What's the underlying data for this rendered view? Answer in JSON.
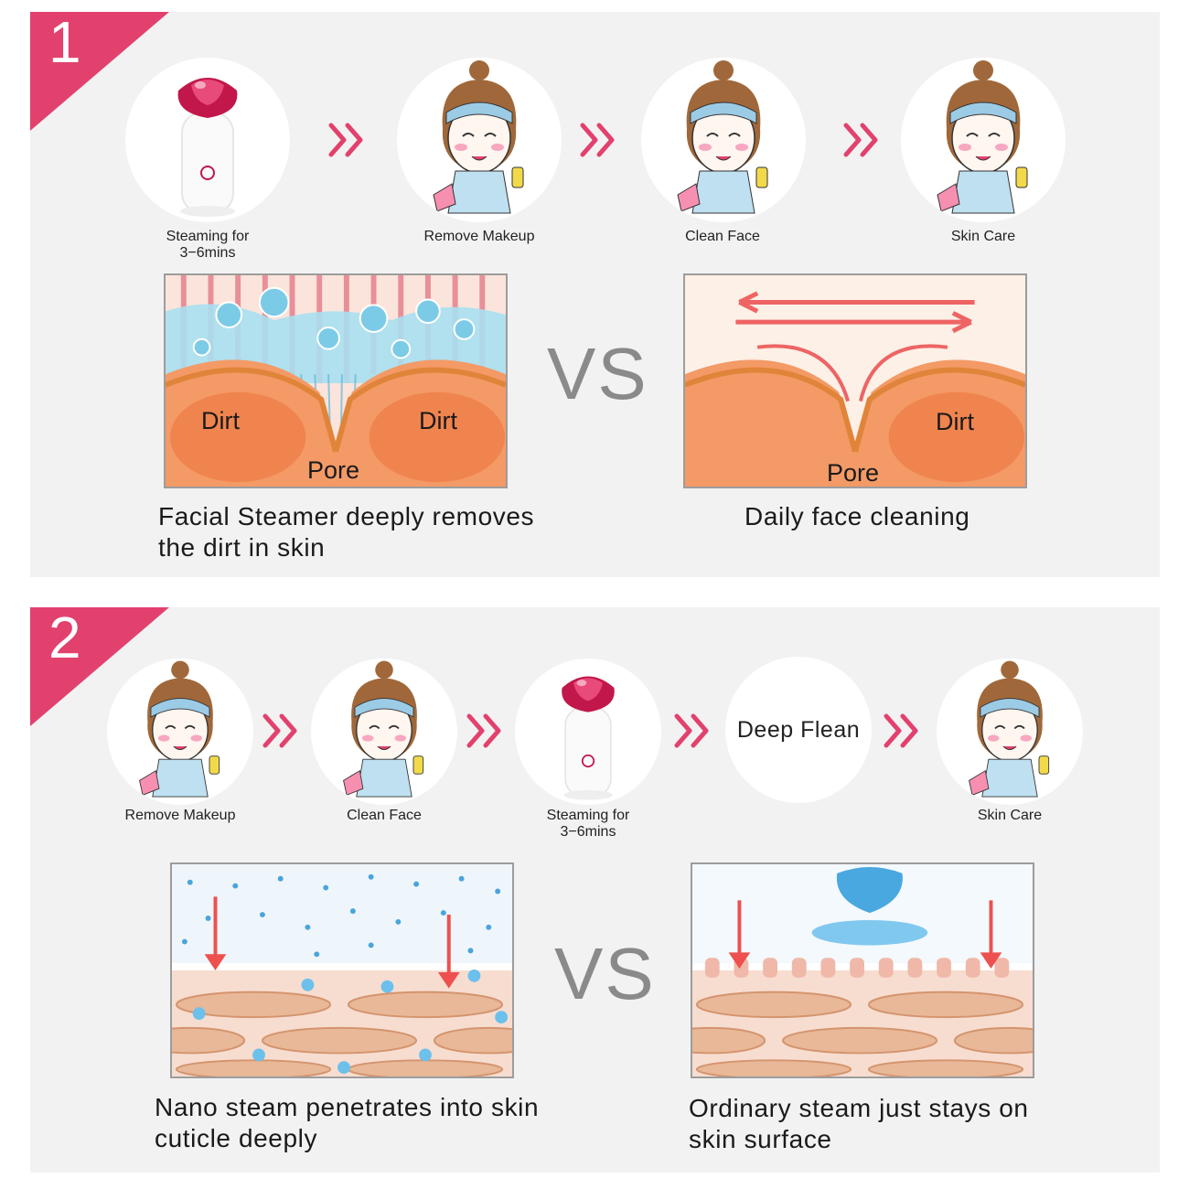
{
  "section1": {
    "number": "1",
    "steps": [
      {
        "label_line1": "Steaming for",
        "label_line2": "3−6mins",
        "icon": "facial-steamer-icon"
      },
      {
        "label_line1": "Remove Makeup",
        "label_line2": "",
        "icon": "girl-remove-makeup-icon"
      },
      {
        "label_line1": "Clean Face",
        "label_line2": "",
        "icon": "girl-clean-face-icon"
      },
      {
        "label_line1": "Skin Care",
        "label_line2": "",
        "icon": "girl-skin-care-icon"
      }
    ],
    "vs": "VS",
    "left_diagram": {
      "dirt_left": "Dirt",
      "dirt_right": "Dirt",
      "pore": "Pore"
    },
    "right_diagram": {
      "dirt": "Dirt",
      "pore": "Pore"
    },
    "caption_left_line1": "Facial Steamer deeply removes",
    "caption_left_line2": "the dirt in skin",
    "caption_right": "Daily face cleaning"
  },
  "section2": {
    "number": "2",
    "steps": [
      {
        "label_line1": "Remove Makeup",
        "label_line2": "",
        "icon": "girl-remove-makeup-icon"
      },
      {
        "label_line1": "Clean Face",
        "label_line2": "",
        "icon": "girl-clean-face-icon"
      },
      {
        "label_line1": "Steaming for",
        "label_line2": "3−6mins",
        "icon": "facial-steamer-icon"
      },
      {
        "text": "Deep Flean"
      },
      {
        "label_line1": "Skin Care",
        "label_line2": "",
        "icon": "girl-skin-care-icon"
      }
    ],
    "vs": "VS",
    "caption_left_line1": "Nano steam penetrates into skin",
    "caption_left_line2": "cuticle deeply",
    "caption_right_line1": "Ordinary steam just stays on",
    "caption_right_line2": "skin surface"
  },
  "colors": {
    "accent_pink": "#e2416e",
    "arrow_pink": "#e2416e",
    "skin_orange": "#f08a5d",
    "panel_bg": "#f2f2f2",
    "vs_gray": "#8a8a8a"
  }
}
